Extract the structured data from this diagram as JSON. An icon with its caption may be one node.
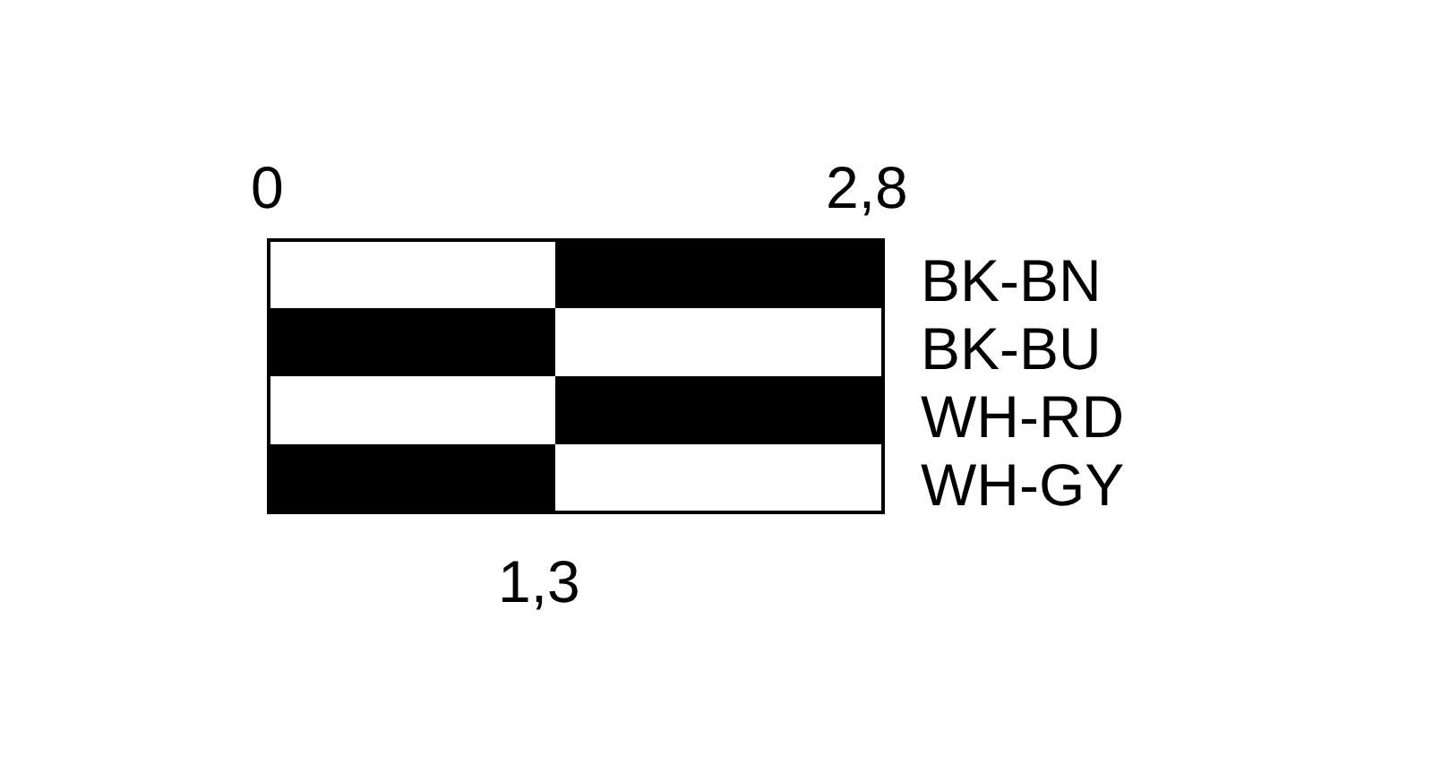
{
  "diagram": {
    "labels": [
      "0",
      "2,8",
      "BK-BN",
      "BK-BU",
      "WH-RD",
      "WH-GY",
      "1,3"
    ]
  }
}
